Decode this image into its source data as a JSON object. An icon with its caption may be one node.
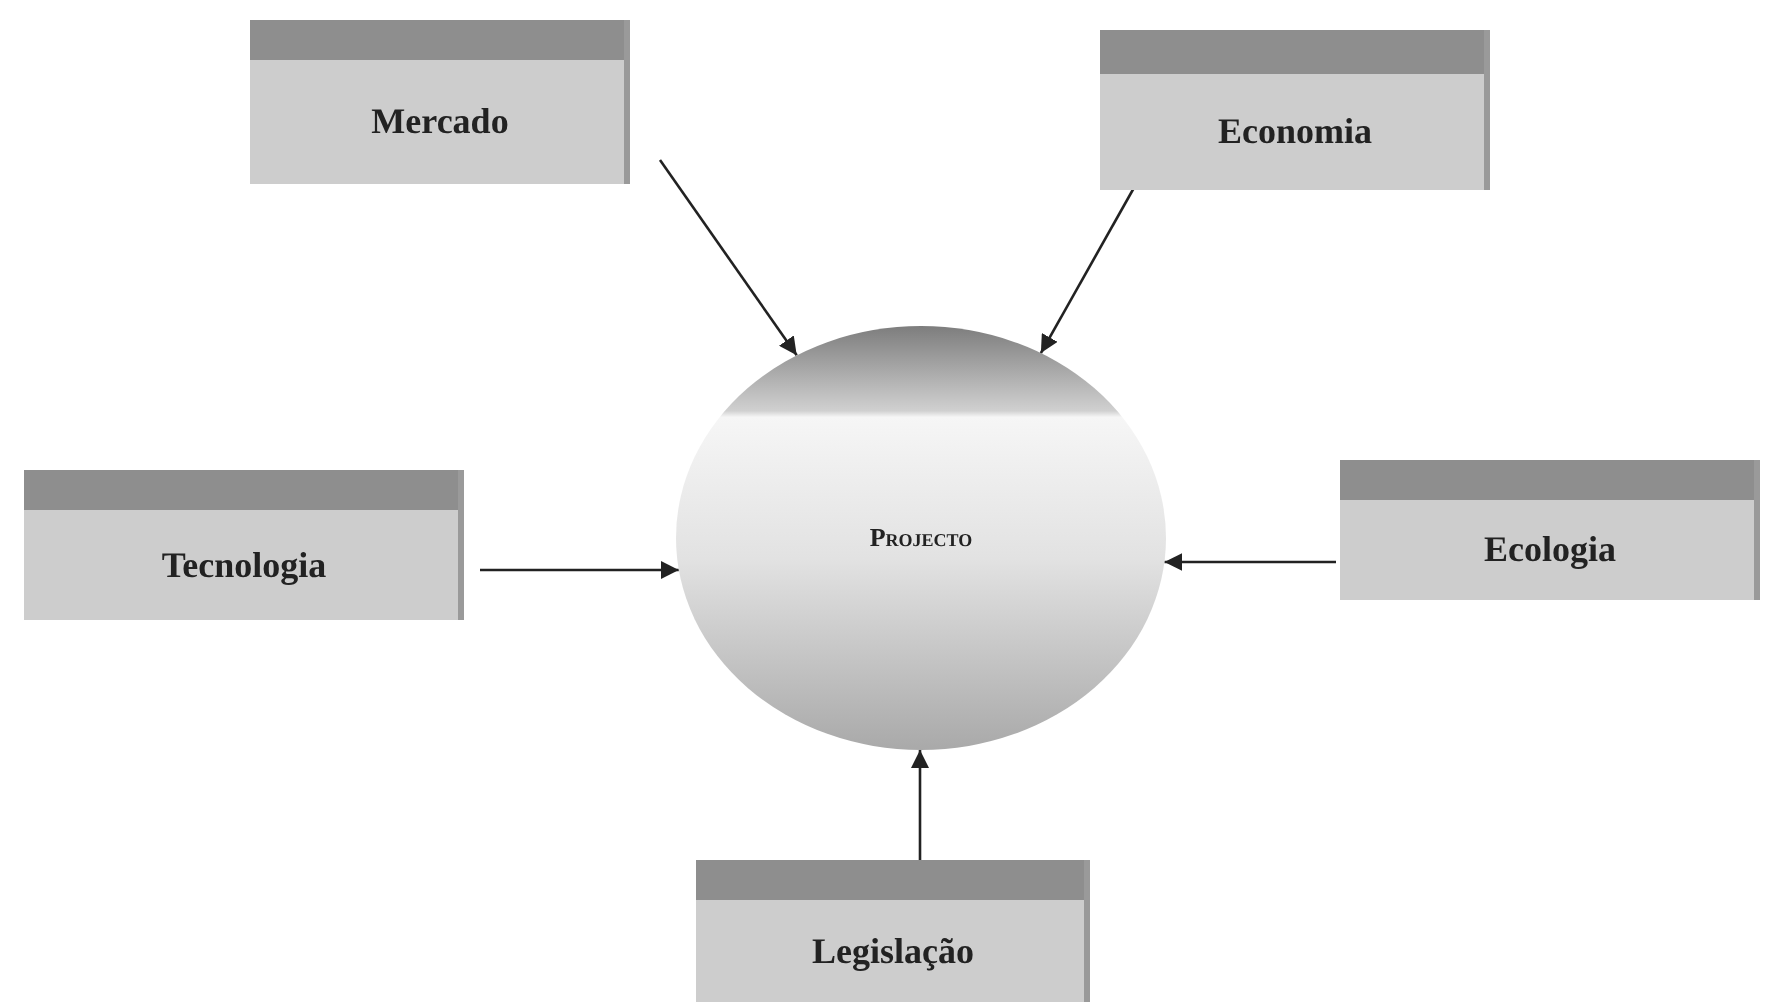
{
  "diagram": {
    "nodes": [
      {
        "text": [
          "Mercado"
        ]
      },
      {
        "text": [
          "Economia"
        ]
      },
      {
        "text": [
          "Tecnologia"
        ]
      },
      {
        "text": [
          "Projecto"
        ]
      },
      {
        "text": [
          "Ecologia"
        ]
      },
      {
        "text": [
          "Legislação"
        ]
      }
    ],
    "edges": [
      {
        "from": 0,
        "to": 3,
        "arrow": "to"
      },
      {
        "from": 1,
        "to": 3,
        "arrow": "to"
      },
      {
        "from": 2,
        "to": 3,
        "arrow": "to"
      },
      {
        "from": 4,
        "to": 3,
        "arrow": "to"
      },
      {
        "from": 5,
        "to": 3,
        "arrow": "to"
      }
    ]
  }
}
